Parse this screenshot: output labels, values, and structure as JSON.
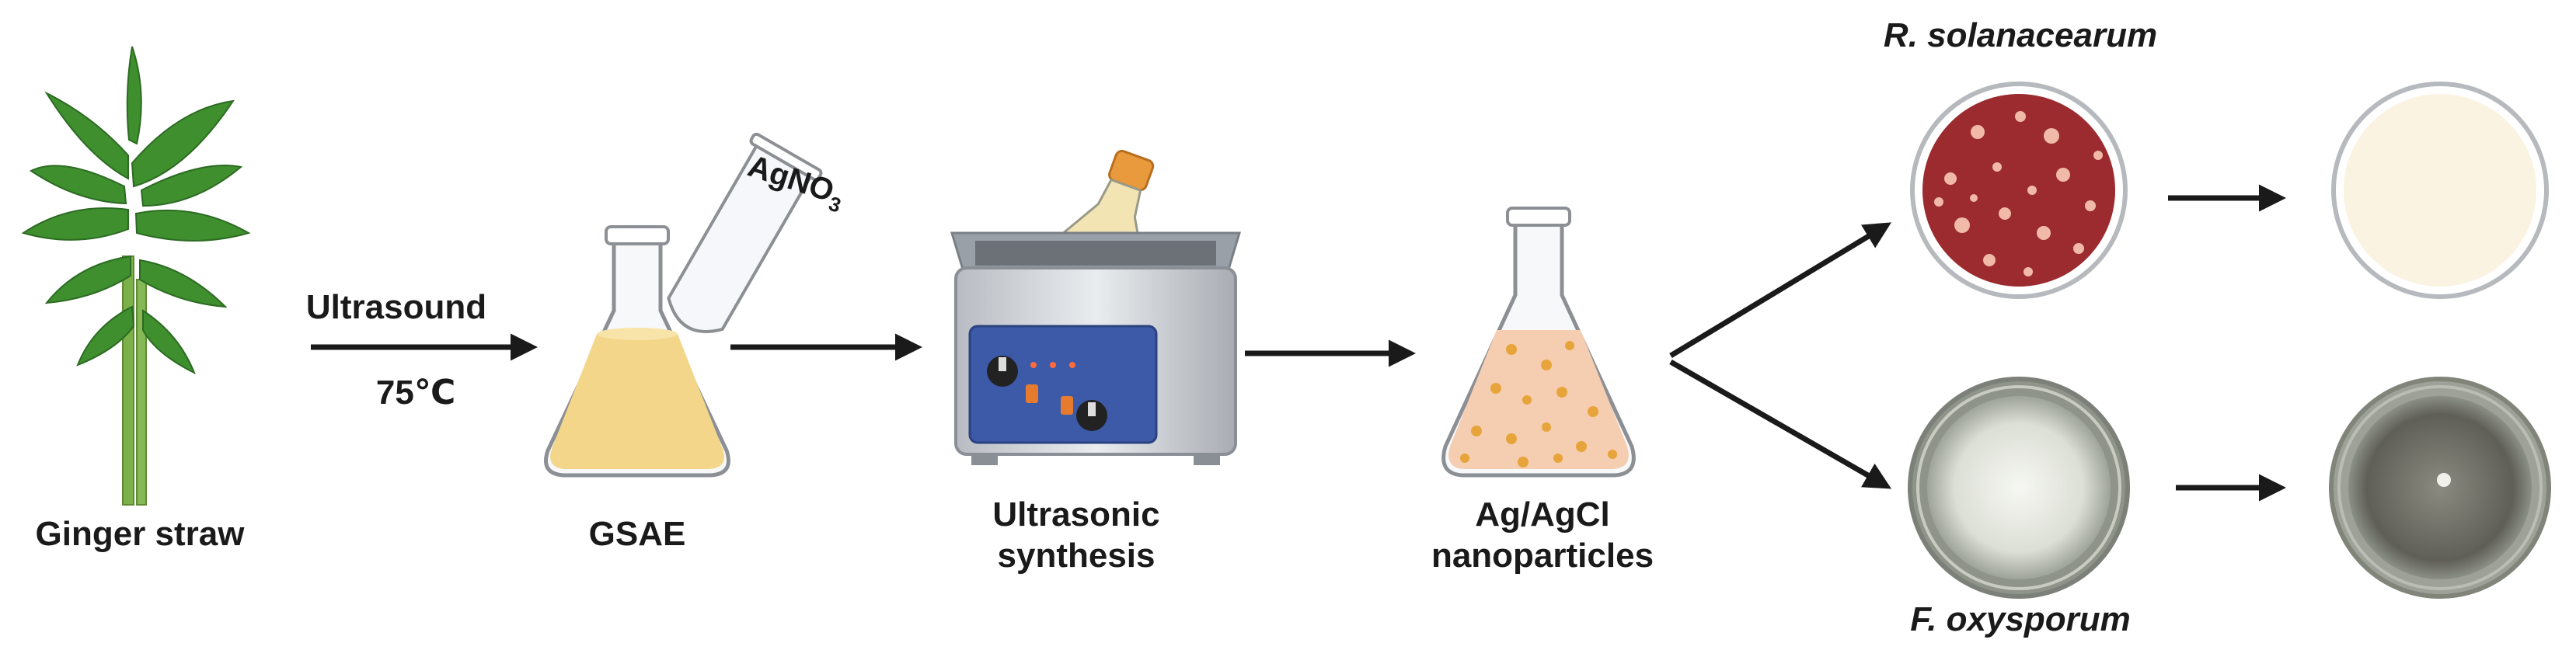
{
  "labels": {
    "ginger_straw": "Ginger straw",
    "ultrasound": "Ultrasound",
    "temperature": "75℃",
    "agno3_prefix": "AgNO",
    "agno3_sub": "3",
    "gsae": "GSAE",
    "ultrasonic_line1": "Ultrasonic",
    "ultrasonic_line2": "synthesis",
    "nanoparticles_line1": "Ag/AgCl",
    "nanoparticles_line2": "nanoparticles",
    "r_solanacearum": "R. solanacearum",
    "f_oxysporum": "F. oxysporum"
  },
  "icons": [
    "ginger-plant-icon",
    "test-tube-icon",
    "erlenmeyer-flask-icon",
    "ultrasonic-bath-icon",
    "petri-dish-icon"
  ],
  "colors": {
    "arrow": "#1a1a1a",
    "gsae_liquid": "#f3d68a",
    "bath_panel": "#3d5aa8",
    "np_liquid": "#f5cdb0",
    "np_dots": "#e7a43a",
    "bacteria_agar": "#9b2b2e",
    "clear_agar": "#fbf3e1",
    "fungal_mat": "#d9dcd2",
    "inhibited_plate": "#6f6f66"
  }
}
